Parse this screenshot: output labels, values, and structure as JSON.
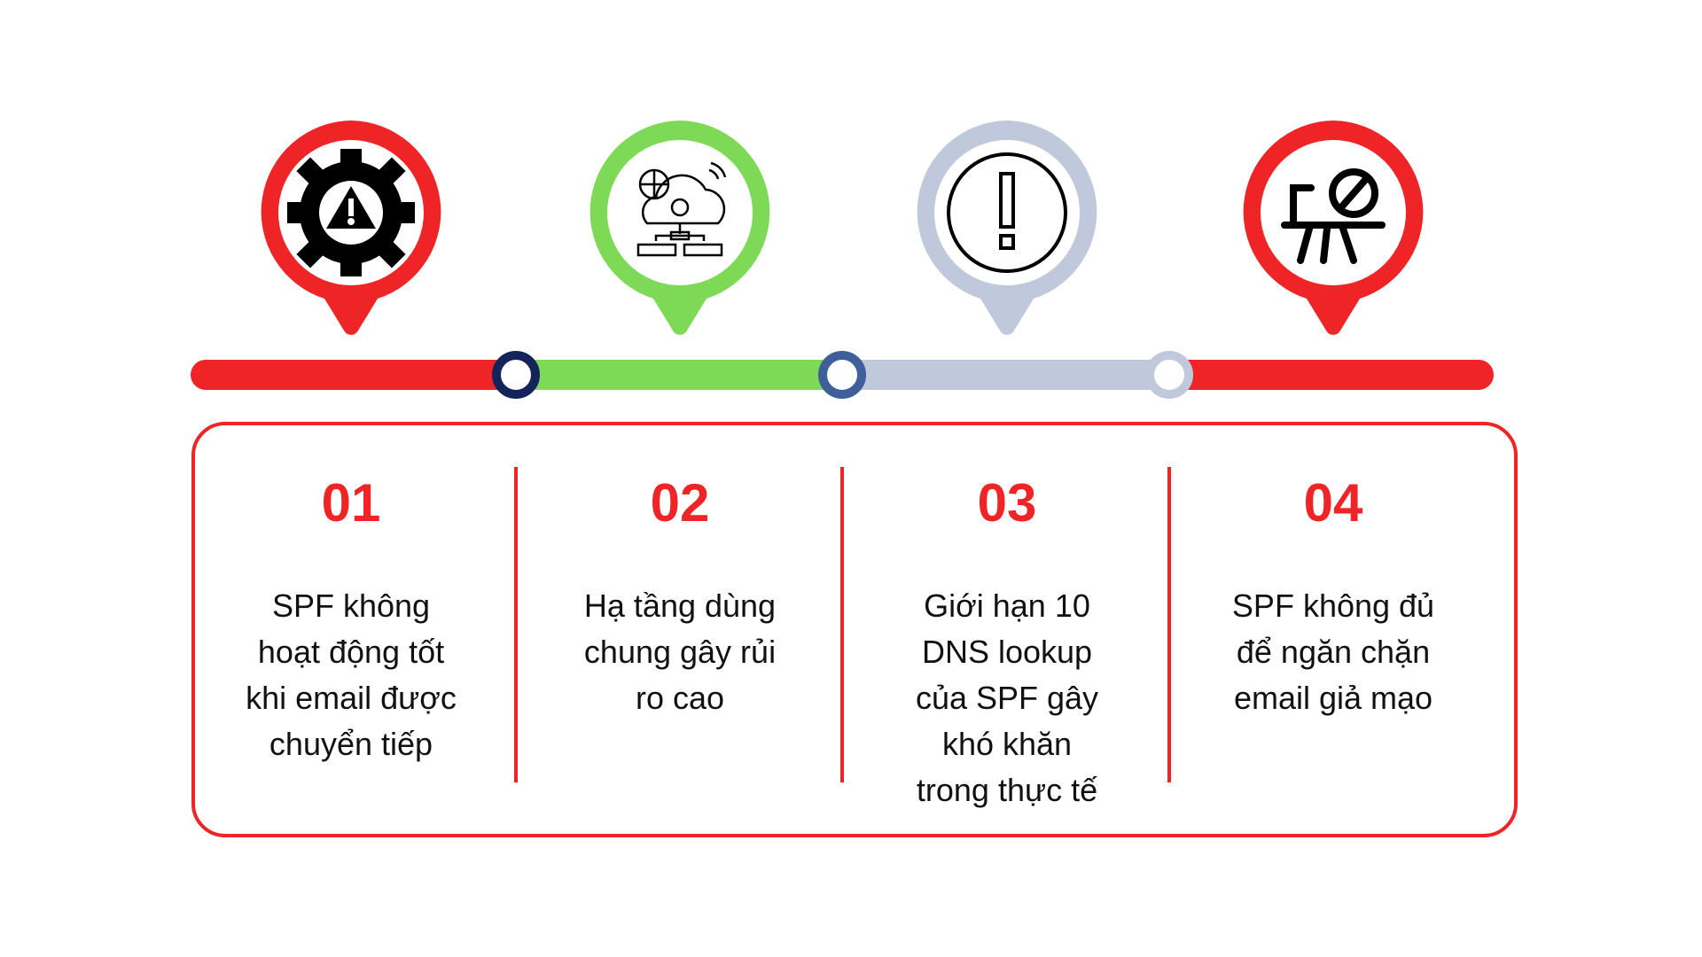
{
  "colors": {
    "red": "#ee2426",
    "green": "#7ed957",
    "grey": "#c0c9db",
    "navy": "#14245a",
    "blue": "#3f5f9a"
  },
  "steps": [
    {
      "number": "01",
      "text": "SPF không\nhoạt động tốt\nkhi email được\nchuyển tiếp",
      "icon": "broken-gear-warning-icon"
    },
    {
      "number": "02",
      "text": "Hạ tầng dùng\nchung gây rủi\nro cao",
      "icon": "cloud-network-icon"
    },
    {
      "number": "03",
      "text": "Giới hạn 10\nDNS lookup\ncủa SPF gây\nkhó khăn\ntrong thực tế",
      "icon": "exclamation-icon"
    },
    {
      "number": "04",
      "text": "SPF không đủ\nđể ngăn chặn\nemail giả mạo",
      "icon": "blocked-presentation-icon"
    }
  ]
}
